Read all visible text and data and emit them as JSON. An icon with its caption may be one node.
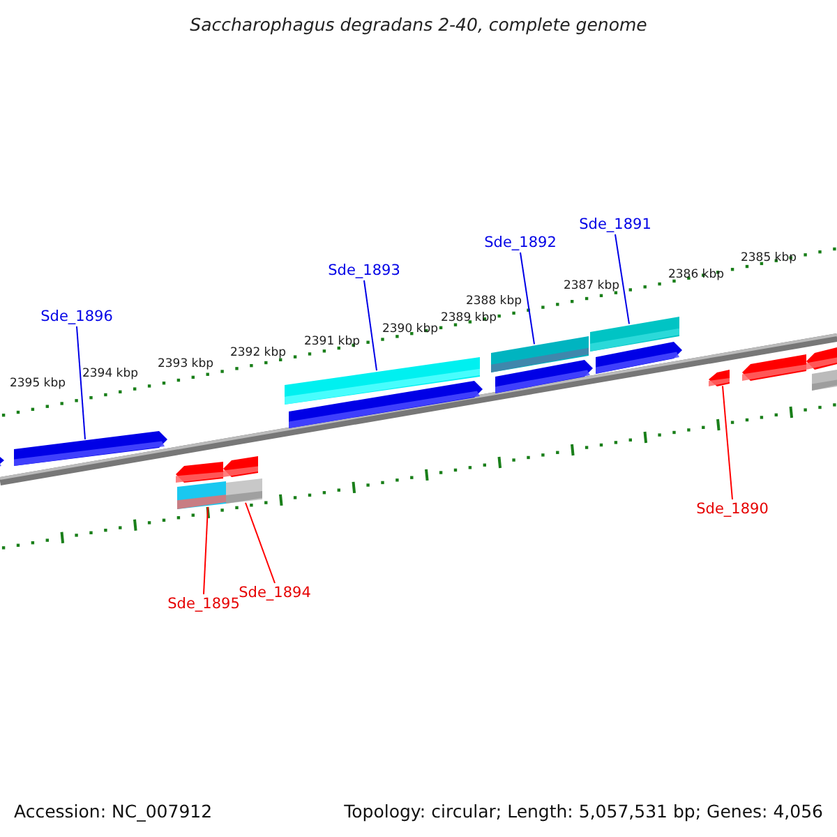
{
  "diagram": {
    "title": "Saccharophagus degradans 2-40, complete genome",
    "nodes": [
      {
        "text": [
          "Sde_1891"
        ]
      },
      {
        "text": [
          "Sde_1892"
        ]
      },
      {
        "text": [
          "Sde_1893"
        ]
      },
      {
        "text": [
          "Sde_1896"
        ]
      },
      {
        "text": [
          "Sde_1890"
        ]
      },
      {
        "text": [
          "Sde_1894"
        ]
      },
      {
        "text": [
          "Sde_1895"
        ]
      },
      {
        "text": [],
        "shape": "arrow"
      },
      {
        "text": [],
        "shape": "bar"
      },
      {
        "text": [],
        "shape": "bar"
      },
      {
        "text": [],
        "shape": "bar"
      },
      {
        "text": [],
        "shape": "arrow"
      },
      {
        "text": [],
        "shape": "bar"
      },
      {
        "text": [],
        "shape": "bar"
      }
    ],
    "edges": [
      {
        "from": 0,
        "to": 10,
        "arrow": "none"
      },
      {
        "from": 1,
        "to": 9,
        "arrow": "none"
      },
      {
        "from": 2,
        "to": 8,
        "arrow": "none"
      },
      {
        "from": 3,
        "to": 7,
        "arrow": "none"
      },
      {
        "from": 4,
        "to": 11,
        "arrow": "none",
        "color": "#ff0000"
      },
      {
        "from": 5,
        "to": 13,
        "arrow": "none",
        "color": "#ff0000"
      },
      {
        "from": 6,
        "to": 12,
        "arrow": "none",
        "color": "#ff0000"
      }
    ],
    "labels": [
      "2385 kbp",
      "2386 kbp",
      "2387 kbp",
      "2388 kbp",
      "2389 kbp",
      "2390 kbp",
      "2391 kbp",
      "2392 kbp",
      "2393 kbp",
      "2394 kbp",
      "2395 kbp",
      "Accession: NC_007912",
      "Topology: circular; Length: 5,057,531 bp; Genes: 4,056"
    ]
  }
}
